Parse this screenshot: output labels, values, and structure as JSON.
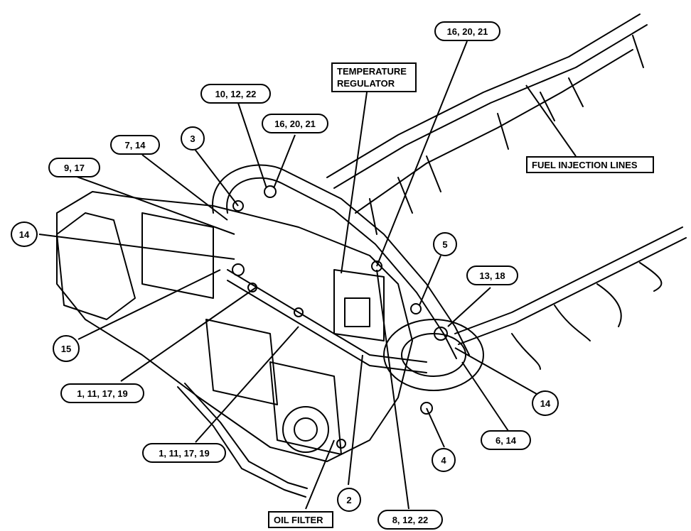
{
  "callouts": {
    "c_16_20_21_top": "16, 20, 21",
    "temp_reg_line1": "TEMPERATURE",
    "temp_reg_line2": "REGULATOR",
    "c_10_12_22": "10, 12, 22",
    "c_16_20_21_mid": "16, 20, 21",
    "c_3": "3",
    "c_7_14": "7, 14",
    "c_9_17": "9, 17",
    "c_14_left": "14",
    "fuel_injection_lines": "FUEL INJECTION LINES",
    "c_5": "5",
    "c_13_18": "13, 18",
    "c_15": "15",
    "c_1_11_17_19_a": "1, 11, 17, 19",
    "c_14_right": "14",
    "c_6_14": "6, 14",
    "c_1_11_17_19_b": "1, 11, 17, 19",
    "c_4": "4",
    "c_2": "2",
    "oil_filter": "OIL FILTER",
    "c_8_12_22": "8, 12, 22"
  },
  "colors": {
    "ink": "#000000",
    "paper": "#ffffff"
  }
}
